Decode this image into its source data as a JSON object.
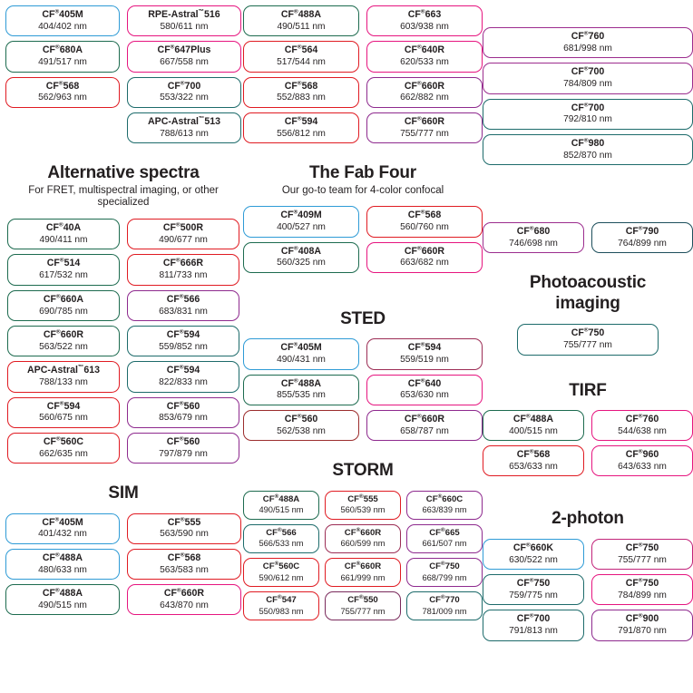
{
  "sections": {
    "top_left": {
      "title": "",
      "subtitle": "",
      "chips": [
        {
          "name": "CF",
          "reg": "®",
          "num": "405M",
          "ex": "404/402 nm",
          "color": "#2e9bd6"
        },
        {
          "name": "RPE-Astral",
          "reg": "™",
          "num": "516",
          "ex": "580/611 nm",
          "color": "#e6157f"
        },
        {
          "name": "CF",
          "reg": "®",
          "num": "680A",
          "ex": "491/517 nm",
          "color": "#1d6b4f"
        },
        {
          "name": "CF",
          "reg": "®",
          "num": "647Plus",
          "ex": "667/558 nm",
          "color": "#e6157f"
        },
        {
          "name": "CF",
          "reg": "®",
          "num": "568",
          "ex": "562/963 nm",
          "color": "#e01b22"
        },
        {
          "name": "CF",
          "reg": "®",
          "num": "700",
          "ex": "553/322 nm",
          "color": "#1d6b6b"
        },
        {
          "name": "",
          "reg": "",
          "num": "",
          "ex": "",
          "color": "transparent"
        },
        {
          "name": "APC-Astral",
          "reg": "™",
          "num": "513",
          "ex": "788/613 nm",
          "color": "#1d6b6b"
        }
      ]
    },
    "top_mid": {
      "chips": [
        {
          "name": "CF",
          "reg": "®",
          "num": "488A",
          "ex": "490/511 nm",
          "color": "#1d6b4f"
        },
        {
          "name": "CF",
          "reg": "®",
          "num": "663",
          "ex": "603/938 nm",
          "color": "#e6157f"
        },
        {
          "name": "CF",
          "reg": "®",
          "num": "564",
          "ex": "517/544 nm",
          "color": "#e01b22"
        },
        {
          "name": "CF",
          "reg": "®",
          "num": "640R",
          "ex": "620/533 nm",
          "color": "#e6157f"
        },
        {
          "name": "CF",
          "reg": "®",
          "num": "568",
          "ex": "552/883 nm",
          "color": "#e01b22"
        },
        {
          "name": "CF",
          "reg": "®",
          "num": "660R",
          "ex": "662/882 nm",
          "color": "#8e2a8e"
        },
        {
          "name": "CF",
          "reg": "®",
          "num": "594",
          "ex": "556/812 nm",
          "color": "#e01b22"
        },
        {
          "name": "CF",
          "reg": "®",
          "num": "660R",
          "ex": "755/777 nm",
          "color": "#8e2a8e"
        }
      ]
    },
    "top_right": {
      "chips": [
        {
          "name": "CF",
          "reg": "®",
          "num": "760",
          "ex": "681/998 nm",
          "color": "#9c2d8e"
        },
        {
          "name": "CF",
          "reg": "®",
          "num": "700",
          "ex": "784/809 nm",
          "color": "#9c2d8e"
        },
        {
          "name": "CF",
          "reg": "®",
          "num": "700",
          "ex": "792/810 nm",
          "color": "#1d6b6b"
        },
        {
          "name": "CF",
          "reg": "®",
          "num": "980",
          "ex": "852/870 nm",
          "color": "#1d6b6b"
        }
      ]
    },
    "alternative": {
      "title": "Alternative spectra",
      "subtitle": "For FRET, multispectral imaging, or other specialized",
      "chips": [
        {
          "name": "CF",
          "reg": "®",
          "num": "40A",
          "ex": "490/411 nm",
          "color": "#1d6b4f"
        },
        {
          "name": "CF",
          "reg": "®",
          "num": "500R",
          "ex": "490/677 nm",
          "color": "#e01b22"
        },
        {
          "name": "CF",
          "reg": "®",
          "num": "514",
          "ex": "617/532 nm",
          "color": "#1d6b4f"
        },
        {
          "name": "CF",
          "reg": "®",
          "num": "666R",
          "ex": "811/733 nm",
          "color": "#e01b22"
        },
        {
          "name": "CF",
          "reg": "®",
          "num": "660A",
          "ex": "690/785 nm",
          "color": "#1d6b4f"
        },
        {
          "name": "CF",
          "reg": "®",
          "num": "566",
          "ex": "683/831 nm",
          "color": "#8e2a8e"
        },
        {
          "name": "CF",
          "reg": "®",
          "num": "660R",
          "ex": "563/522 nm",
          "color": "#1d6b4f"
        },
        {
          "name": "CF",
          "reg": "®",
          "num": "594",
          "ex": "559/852 nm",
          "color": "#1d6b6b"
        },
        {
          "name": "APC-Astral",
          "reg": "™",
          "num": "613",
          "ex": "788/133 nm",
          "color": "#e01b22"
        },
        {
          "name": "CF",
          "reg": "®",
          "num": "594",
          "ex": "822/833 nm",
          "color": "#1d6b6b"
        },
        {
          "name": "CF",
          "reg": "®",
          "num": "594",
          "ex": "560/675 nm",
          "color": "#e01b22"
        },
        {
          "name": "CF",
          "reg": "®",
          "num": "560",
          "ex": "853/679 nm",
          "color": "#8e2a8e"
        },
        {
          "name": "CF",
          "reg": "®",
          "num": "560C",
          "ex": "662/635 nm",
          "color": "#e01b22"
        },
        {
          "name": "CF",
          "reg": "®",
          "num": "560",
          "ex": "797/879 nm",
          "color": "#8e2a8e"
        }
      ]
    },
    "sim": {
      "title": "SIM",
      "chips": [
        {
          "name": "CF",
          "reg": "®",
          "num": "405M",
          "ex": "401/432 nm",
          "color": "#2e9bd6"
        },
        {
          "name": "CF",
          "reg": "®",
          "num": "555",
          "ex": "563/590 nm",
          "color": "#e01b22"
        },
        {
          "name": "CF",
          "reg": "®",
          "num": "488A",
          "ex": "480/633 nm",
          "color": "#2e9bd6"
        },
        {
          "name": "CF",
          "reg": "®",
          "num": "568",
          "ex": "563/583 nm",
          "color": "#e01b22"
        },
        {
          "name": "CF",
          "reg": "®",
          "num": "488A",
          "ex": "490/515 nm",
          "color": "#1d6b4f"
        },
        {
          "name": "CF",
          "reg": "®",
          "num": "660R",
          "ex": "643/870 nm",
          "color": "#e6157f"
        }
      ]
    },
    "fab_four": {
      "title": "The Fab Four",
      "subtitle": "Our go-to team for 4-color confocal",
      "chips": [
        {
          "name": "CF",
          "reg": "®",
          "num": "409M",
          "ex": "400/527 nm",
          "color": "#2e9bd6"
        },
        {
          "name": "CF",
          "reg": "®",
          "num": "568",
          "ex": "560/760 nm",
          "color": "#e01b22"
        },
        {
          "name": "CF",
          "reg": "®",
          "num": "408A",
          "ex": "560/325 nm",
          "color": "#1d6b4f"
        },
        {
          "name": "CF",
          "reg": "®",
          "num": "660R",
          "ex": "663/682 nm",
          "color": "#e6157f"
        }
      ]
    },
    "sted": {
      "title": "STED",
      "chips": [
        {
          "name": "CF",
          "reg": "®",
          "num": "405M",
          "ex": "490/431 nm",
          "color": "#2e9bd6"
        },
        {
          "name": "CF",
          "reg": "®",
          "num": "594",
          "ex": "559/519 nm",
          "color": "#9c2d55"
        },
        {
          "name": "CF",
          "reg": "®",
          "num": "488A",
          "ex": "855/535 nm",
          "color": "#1d6b4f"
        },
        {
          "name": "CF",
          "reg": "®",
          "num": "640",
          "ex": "653/630 nm",
          "color": "#e6157f"
        },
        {
          "name": "CF",
          "reg": "®",
          "num": "560",
          "ex": "562/538 nm",
          "color": "#9c2d2d"
        },
        {
          "name": "CF",
          "reg": "®",
          "num": "660R",
          "ex": "658/787 nm",
          "color": "#8e2a8e"
        }
      ]
    },
    "storm": {
      "title": "STORM",
      "chips": [
        {
          "name": "CF",
          "reg": "®",
          "num": "488A",
          "ex": "490/515 nm",
          "color": "#1d6b4f"
        },
        {
          "name": "CF",
          "reg": "®",
          "num": "555",
          "ex": "560/539 nm",
          "color": "#e01b22"
        },
        {
          "name": "CF",
          "reg": "®",
          "num": "660C",
          "ex": "663/839 nm",
          "color": "#8e2a8e"
        },
        {
          "name": "CF",
          "reg": "®",
          "num": "566",
          "ex": "566/533 nm",
          "color": "#1d6b6b"
        },
        {
          "name": "CF",
          "reg": "®",
          "num": "660R",
          "ex": "660/599 nm",
          "color": "#9c2d55"
        },
        {
          "name": "CF",
          "reg": "®",
          "num": "665",
          "ex": "661/507 nm",
          "color": "#8e2a8e"
        },
        {
          "name": "CF",
          "reg": "®",
          "num": "560C",
          "ex": "590/612 nm",
          "color": "#e01b22"
        },
        {
          "name": "CF",
          "reg": "®",
          "num": "660R",
          "ex": "661/999 nm",
          "color": "#e01b22"
        },
        {
          "name": "CF",
          "reg": "®",
          "num": "750",
          "ex": "668/799 nm",
          "color": "#8e2a8e"
        },
        {
          "name": "CF",
          "reg": "®",
          "num": "547",
          "ex": "550/983 nm",
          "color": "#e01b22"
        },
        {
          "name": "CF",
          "reg": "®",
          "num": "550",
          "ex": "755/777 nm",
          "color": "#7a2a5c"
        },
        {
          "name": "CF",
          "reg": "®",
          "num": "770",
          "ex": "781/009 nm",
          "color": "#1d6b6b"
        }
      ]
    },
    "right_pair": {
      "chips": [
        {
          "name": "CF",
          "reg": "®",
          "num": "680",
          "ex": "746/698 nm",
          "color": "#9c2d8e"
        },
        {
          "name": "CF",
          "reg": "®",
          "num": "790",
          "ex": "764/899 nm",
          "color": "#1d4f5c"
        }
      ]
    },
    "photoacoustic": {
      "title": "Photoacoustic imaging",
      "title_line1": "Photoacoustic",
      "title_line2": "imaging",
      "chips": [
        {
          "name": "CF",
          "reg": "®",
          "num": "750",
          "ex": "755/777 nm",
          "color": "#1d6b6b"
        }
      ]
    },
    "tirf": {
      "title": "TIRF",
      "chips": [
        {
          "name": "CF",
          "reg": "®",
          "num": "488A",
          "ex": "400/515 nm",
          "color": "#1d6b4f"
        },
        {
          "name": "CF",
          "reg": "®",
          "num": "760",
          "ex": "544/638 nm",
          "color": "#e6157f"
        },
        {
          "name": "CF",
          "reg": "®",
          "num": "568",
          "ex": "653/633 nm",
          "color": "#e01b22"
        },
        {
          "name": "CF",
          "reg": "®",
          "num": "960",
          "ex": "643/633 nm",
          "color": "#e6157f"
        }
      ]
    },
    "two_photon": {
      "title": "2-photon",
      "chips": [
        {
          "name": "CF",
          "reg": "®",
          "num": "660K",
          "ex": "630/522 nm",
          "color": "#2e9bd6"
        },
        {
          "name": "CF",
          "reg": "®",
          "num": "750",
          "ex": "755/777 nm",
          "color": "#c2247a"
        },
        {
          "name": "CF",
          "reg": "®",
          "num": "750",
          "ex": "759/775 nm",
          "color": "#1d6b6b"
        },
        {
          "name": "CF",
          "reg": "®",
          "num": "750",
          "ex": "784/899 nm",
          "color": "#e6157f"
        },
        {
          "name": "CF",
          "reg": "®",
          "num": "700",
          "ex": "791/813 nm",
          "color": "#1d6b6b"
        },
        {
          "name": "CF",
          "reg": "®",
          "num": "900",
          "ex": "791/870 nm",
          "color": "#8e2a8e"
        }
      ]
    }
  }
}
